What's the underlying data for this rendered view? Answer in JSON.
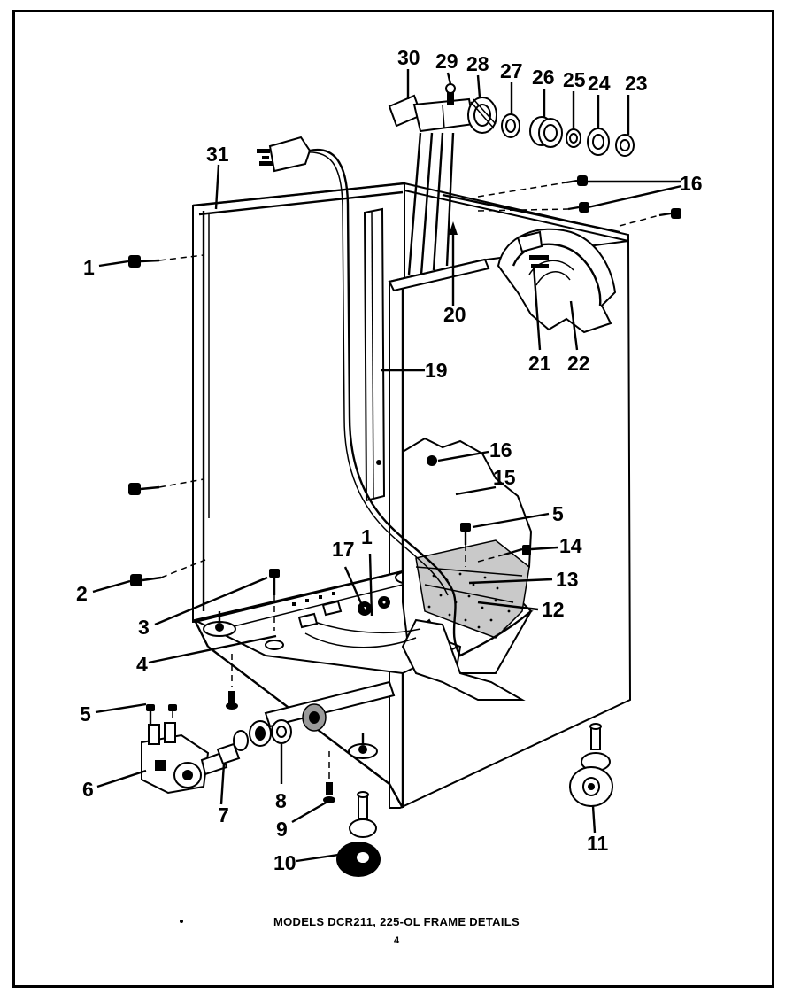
{
  "caption": "MODELS DCR211, 225-OL FRAME DETAILS",
  "page_number": "4",
  "callouts": {
    "c1a": "1",
    "c1b": "1",
    "c2": "2",
    "c3": "3",
    "c4": "4",
    "c5a": "5",
    "c5b": "5",
    "c6": "6",
    "c7": "7",
    "c8": "8",
    "c9": "9",
    "c10": "10",
    "c11": "11",
    "c12": "12",
    "c13": "13",
    "c14": "14",
    "c15": "15",
    "c16a": "16",
    "c16b": "16",
    "c17": "17",
    "c19": "19",
    "c20": "20",
    "c21": "21",
    "c22": "22",
    "c23": "23",
    "c24": "24",
    "c25": "25",
    "c26": "26",
    "c27": "27",
    "c28": "28",
    "c29": "29",
    "c30": "30",
    "c31": "31"
  },
  "colors": {
    "ink": "#000000",
    "paper": "#ffffff",
    "shade": "#9a9a9a"
  }
}
